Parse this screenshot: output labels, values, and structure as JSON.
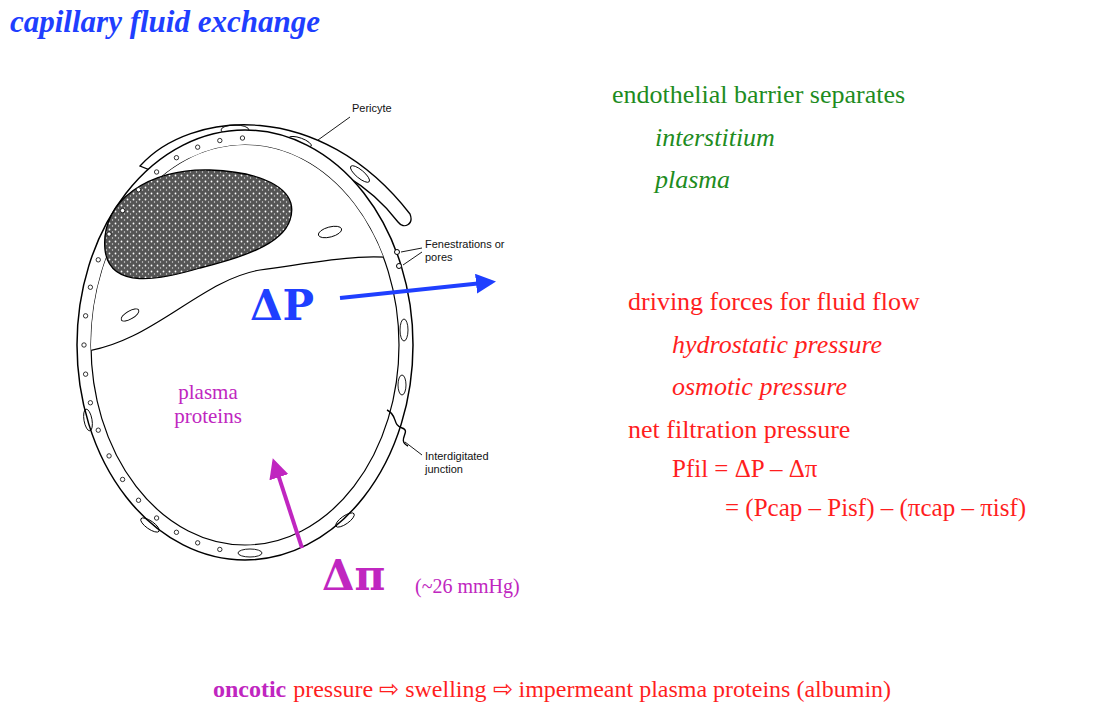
{
  "diagram": {
    "title": "capillary fluid exchange",
    "labels": [
      "Pericyte",
      "Fenestrations or pores",
      "ΔP",
      "plasma proteins",
      "Interdigitated junction",
      "Δπ",
      "(~26 mmHg)",
      "endothelial barrier separates",
      "interstitium",
      "plasma",
      "driving forces for fluid flow",
      "hydrostatic pressure",
      "osmotic pressure",
      "net filtration pressure",
      "Pfil = ΔP – Δπ",
      "= (Pcap – Pisf) – (πcap – πisf)",
      "oncotic",
      "pressure ⇨ swelling ⇨ impermeant plasma proteins (albumin)"
    ]
  }
}
